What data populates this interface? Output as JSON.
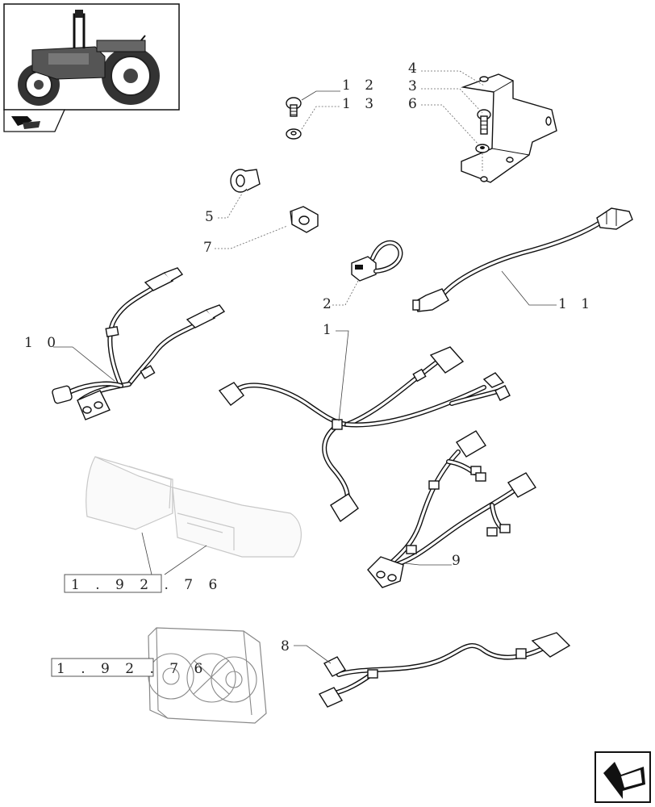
{
  "diagram": {
    "callouts": [
      {
        "id": "1",
        "text": "1"
      },
      {
        "id": "2",
        "text": "2"
      },
      {
        "id": "3",
        "text": "3"
      },
      {
        "id": "4",
        "text": "4"
      },
      {
        "id": "5",
        "text": "5"
      },
      {
        "id": "6",
        "text": "6"
      },
      {
        "id": "7",
        "text": "7"
      },
      {
        "id": "8",
        "text": "8"
      },
      {
        "id": "9",
        "text": "9"
      },
      {
        "id": "10",
        "text": "1 0"
      },
      {
        "id": "11",
        "text": "1 1"
      },
      {
        "id": "12",
        "text": "1 2"
      },
      {
        "id": "13",
        "text": "1 3"
      }
    ],
    "references": [
      {
        "id": "ref-rear-lamp",
        "text": "1 . 9 2 . 7 6"
      },
      {
        "id": "ref-front-lamp",
        "text": "1 . 9 2 . 7 6"
      }
    ],
    "thumbnail_icon": "tractor-thumbnail-icon",
    "section_icon": "section-book-icon",
    "next_icon": "next-page-arrow-icon"
  }
}
